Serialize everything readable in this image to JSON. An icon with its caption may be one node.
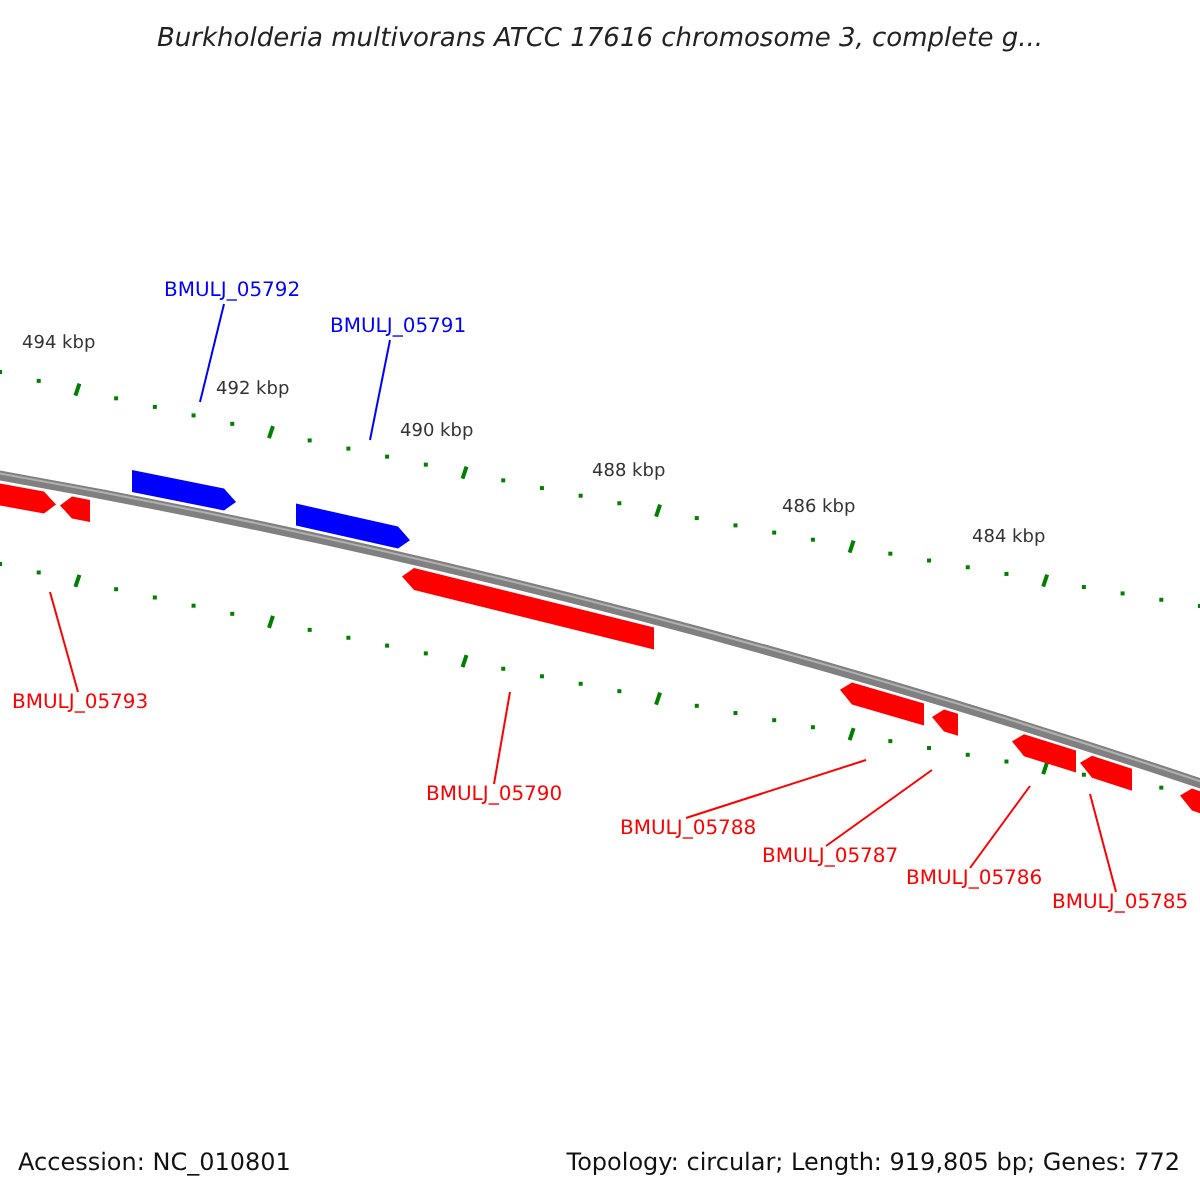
{
  "diagram": {
    "title": "Burkholderia multivorans ATCC 17616 chromosome 3, complete g...",
    "nodes": [
      {
        "text": [
          "BMULJ_05792"
        ]
      },
      {
        "text": [
          "BMULJ_05791"
        ]
      },
      {
        "text": [
          "BMULJ_05793"
        ]
      },
      {
        "text": [
          "BMULJ_05790"
        ]
      },
      {
        "text": [
          "BMULJ_05788"
        ]
      },
      {
        "text": [
          "BMULJ_05787"
        ]
      },
      {
        "text": [
          "BMULJ_05786"
        ]
      },
      {
        "text": [
          "BMULJ_05785"
        ]
      }
    ],
    "edges": [
      {
        "from": 0,
        "to": null,
        "arrow": "none",
        "color": "#0000ff"
      },
      {
        "from": 1,
        "to": null,
        "arrow": "none",
        "color": "#0000ff"
      },
      {
        "from": 2,
        "to": null,
        "arrow": "none"
      },
      {
        "from": 3,
        "to": null,
        "arrow": "none"
      },
      {
        "from": 4,
        "to": null,
        "arrow": "none"
      },
      {
        "from": 5,
        "to": null,
        "arrow": "none"
      },
      {
        "from": 6,
        "to": null,
        "arrow": "none"
      },
      {
        "from": 7,
        "to": null,
        "arrow": "none"
      }
    ],
    "labels": [
      "494 kbp",
      "492 kbp",
      "490 kbp",
      "488 kbp",
      "486 kbp",
      "484 kbp",
      "Accession: NC_010801",
      "Topology: circular; Length: 919,805 bp; Genes: 772"
    ]
  }
}
